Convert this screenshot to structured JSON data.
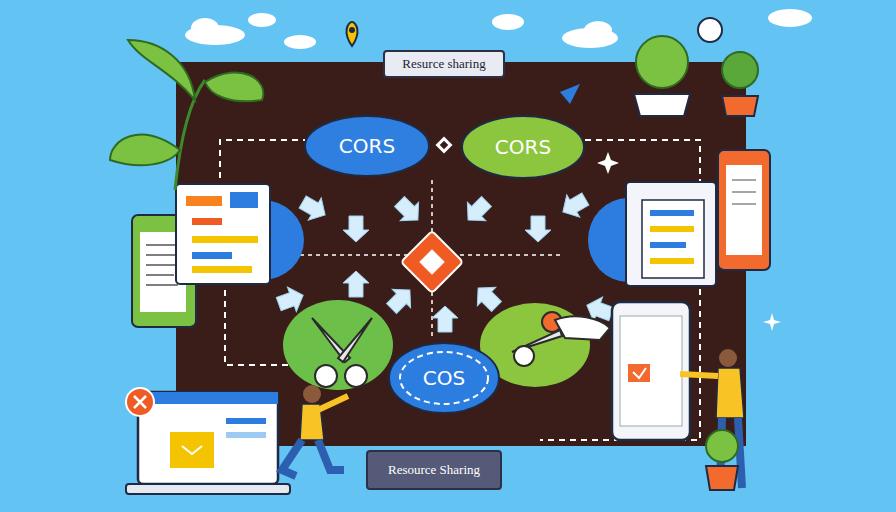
{
  "diagram": {
    "nodes": [
      {
        "text": [
          "Resurce sharing"
        ]
      },
      {
        "text": [
          "CORS"
        ]
      },
      {
        "text": [
          "CORS"
        ]
      },
      {
        "text": [
          "COS"
        ]
      },
      {
        "text": [
          "Resource Sharing"
        ]
      }
    ]
  }
}
